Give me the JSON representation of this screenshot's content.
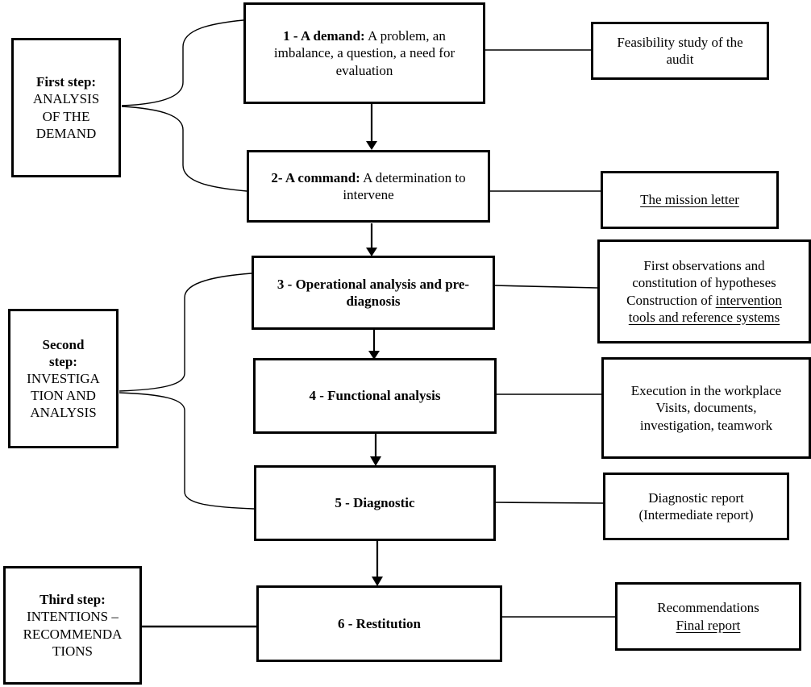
{
  "colors": {
    "line": "#000000",
    "bg": "#ffffff",
    "text": "#000000"
  },
  "steps": [
    {
      "title": "First step:",
      "body": "ANALYSIS\nOF THE\nDEMAND"
    },
    {
      "title": "Second\nstep:",
      "body": "INVESTIGA\nTION AND\nANALYSIS"
    },
    {
      "title": "Third step:",
      "body": "INTENTIONS –\nRECOMMENDA\nTIONS"
    }
  ],
  "process": [
    {
      "lead": "1 - A demand:",
      "rest": " A problem, an imbalance, a question, a need for evaluation"
    },
    {
      "lead": "2- A command:",
      "rest": " A determination to intervene"
    },
    {
      "lead": "3 - Operational analysis and pre-diagnosis",
      "rest": ""
    },
    {
      "lead": "4 - Functional analysis",
      "rest": ""
    },
    {
      "lead": "5 - Diagnostic",
      "rest": ""
    },
    {
      "lead": "6 - Restitution",
      "rest": ""
    }
  ],
  "outputs": {
    "r1": {
      "text": "Feasibility study of the\naudit"
    },
    "r2": {
      "underline": "The mission letter"
    },
    "r3": {
      "line1": "First observations and",
      "line2": "constitution of hypotheses",
      "line3_plain": "Construction of ",
      "line3_underline": "intervention",
      "line4_underline": "tools and reference systems"
    },
    "r4": {
      "text": "Execution in the workplace\nVisits, documents,\ninvestigation, teamwork"
    },
    "r5": {
      "text": "Diagnostic report\n(Intermediate report)"
    },
    "r6": {
      "line1": "Recommendations",
      "line2_underline": "Final report"
    }
  }
}
